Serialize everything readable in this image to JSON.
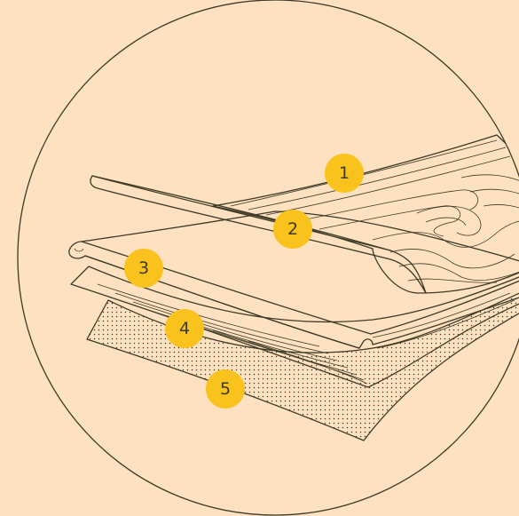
{
  "colors": {
    "background": "#fde1c1",
    "line": "#3d3a25",
    "badge": "#f9c21c"
  },
  "layers": [
    {
      "number": "1"
    },
    {
      "number": "2"
    },
    {
      "number": "3"
    },
    {
      "number": "4"
    },
    {
      "number": "5"
    }
  ]
}
